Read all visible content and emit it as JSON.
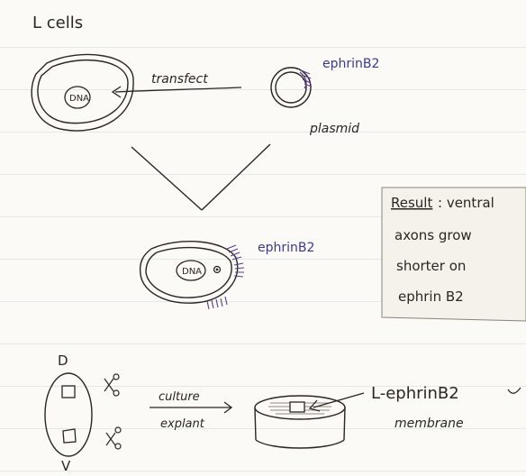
{
  "title": "L cells",
  "top_row": {
    "cell_label": "DNA",
    "arrow_label": "transfect",
    "gene_label": "ephrinB2",
    "plasmid_label": "plasmid"
  },
  "middle_row": {
    "cell_label": "DNA",
    "gene_label": "ephrinB2"
  },
  "result_box": {
    "heading": "Result",
    "line1": ": ventral",
    "line2": "axons grow",
    "line3": "shorter on",
    "line4": "ephrin B2"
  },
  "bottom_row": {
    "dorsal_label": "D",
    "ventral_label": "V",
    "arrow_top_label": "culture",
    "arrow_bottom_label": "explant",
    "dish_label": "L-ephrinB2",
    "membrane_label": "membrane"
  },
  "colors": {
    "ink": "#2a2622",
    "blue_ink": "#3a3a8a",
    "purple_ink": "#5a3a8a"
  }
}
